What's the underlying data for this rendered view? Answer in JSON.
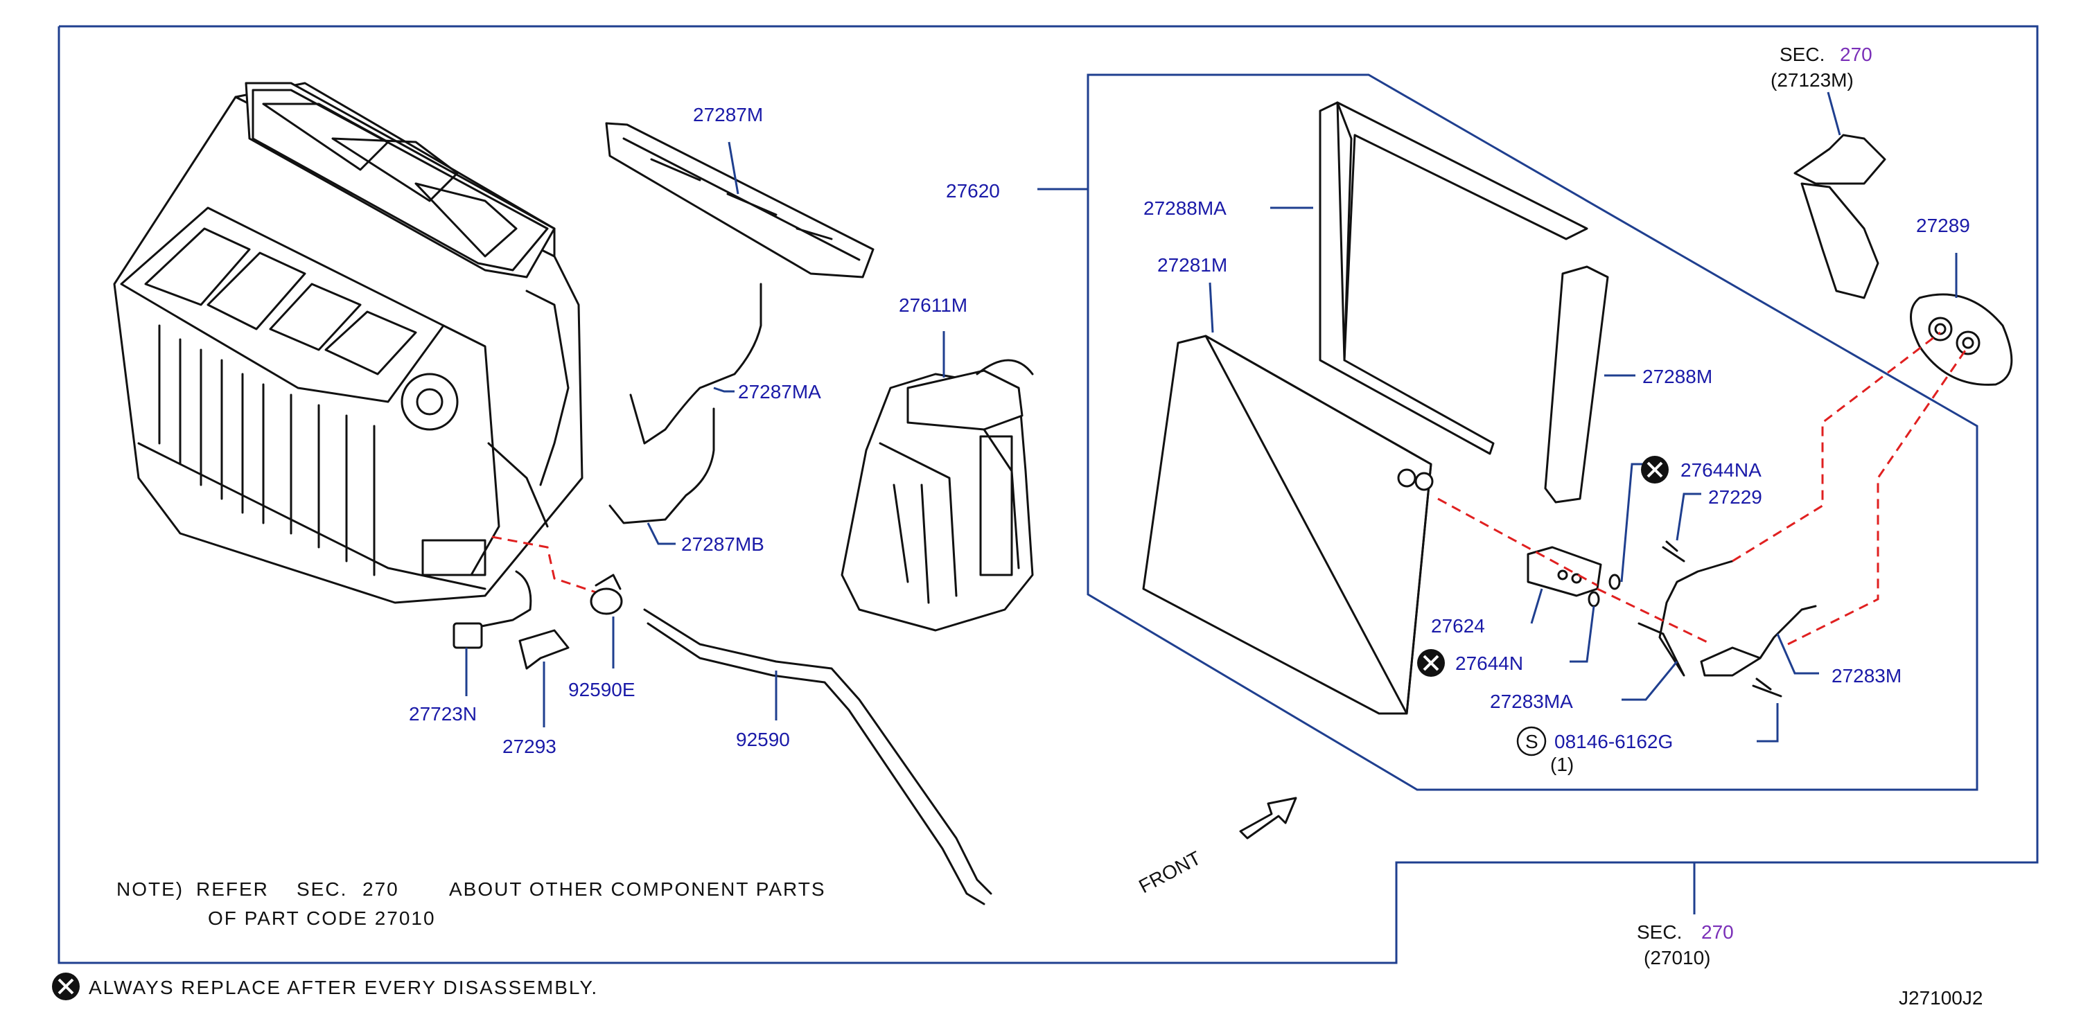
{
  "labels": {
    "p27287M": "27287M",
    "p27620": "27620",
    "p27611M": "27611M",
    "p27287MA": "27287MA",
    "p27287MB": "27287MB",
    "p27723N": "27723N",
    "p27293": "27293",
    "p92590E": "92590E",
    "p92590": "92590",
    "p27288MA": "27288MA",
    "p27281M": "27281M",
    "p27288M": "27288M",
    "p27644NA": "27644NA",
    "p27229": "27229",
    "p27624": "27624",
    "p27644N": "27644N",
    "p27283MA": "27283MA",
    "p27283M": "27283M",
    "p08146": "08146-6162G",
    "p08146_qty": "(1)",
    "p27289": "27289",
    "s_marker": "S"
  },
  "section_refs": {
    "top_sec": "SEC.",
    "top_num": "270",
    "top_code": "(27123M)",
    "bottom_sec": "SEC.",
    "bottom_num": "270",
    "bottom_code": "(27010)"
  },
  "note": {
    "prefix": "NOTE)",
    "refer": "REFER",
    "sec": "SEC.",
    "num": "270",
    "about": "ABOUT  OTHER  COMPONENT  PARTS",
    "line2": "OF  PART  CODE  27010"
  },
  "front_label": "FRONT",
  "legend_text": "ALWAYS  REPLACE  AFTER  EVERY  DISASSEMBLY.",
  "diagram_code": "J27100J2",
  "colors": {
    "callout_text": "#1a1aa8",
    "leader_line": "#1f3f8f",
    "section_number": "#7a2fb8",
    "dashed_line": "#e02020"
  }
}
